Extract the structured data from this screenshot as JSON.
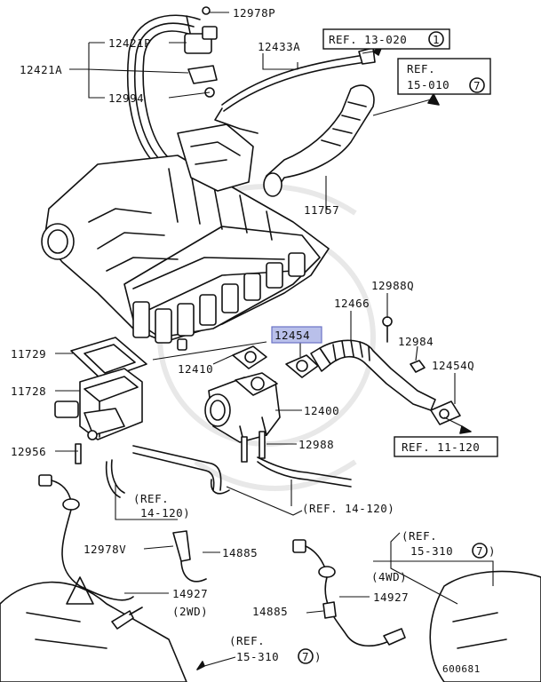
{
  "parts": {
    "p12978P": "12978P",
    "p12421P": "12421P",
    "p12421A": "12421A",
    "p12994": "12994",
    "p12433A": "12433A",
    "p11757": "11757",
    "p11729": "11729",
    "p11728": "11728",
    "p12956": "12956",
    "p12410": "12410",
    "p12454": "12454",
    "p12466": "12466",
    "p12988Q": "12988Q",
    "p12984": "12984",
    "p12454Q": "12454Q",
    "p12400": "12400",
    "p12988": "12988",
    "p12978V": "12978V",
    "p14885a": "14885",
    "p14927a": "14927",
    "p2wd": "(2WD)",
    "p14885b": "14885",
    "p4wd": "(4WD)",
    "p14927b": "14927",
    "diagram_id": "600681"
  },
  "refs": {
    "r13020_text": "REF. 13-020",
    "r13020_num": "1",
    "r15010_line1": "REF.",
    "r15010_line2": "15-010",
    "r15010_num": "7",
    "r11120": "REF. 11-120",
    "r14120a_line1": "(REF.",
    "r14120a_line2": "14-120)",
    "r14120b": "(REF. 14-120)",
    "r15310a_line1": "(REF.",
    "r15310a_line2": "15-310",
    "r15310a_num": "7",
    "r15310b_line1": "(REF.",
    "r15310b_line2": "15-310",
    "r15310b_num": "7"
  }
}
